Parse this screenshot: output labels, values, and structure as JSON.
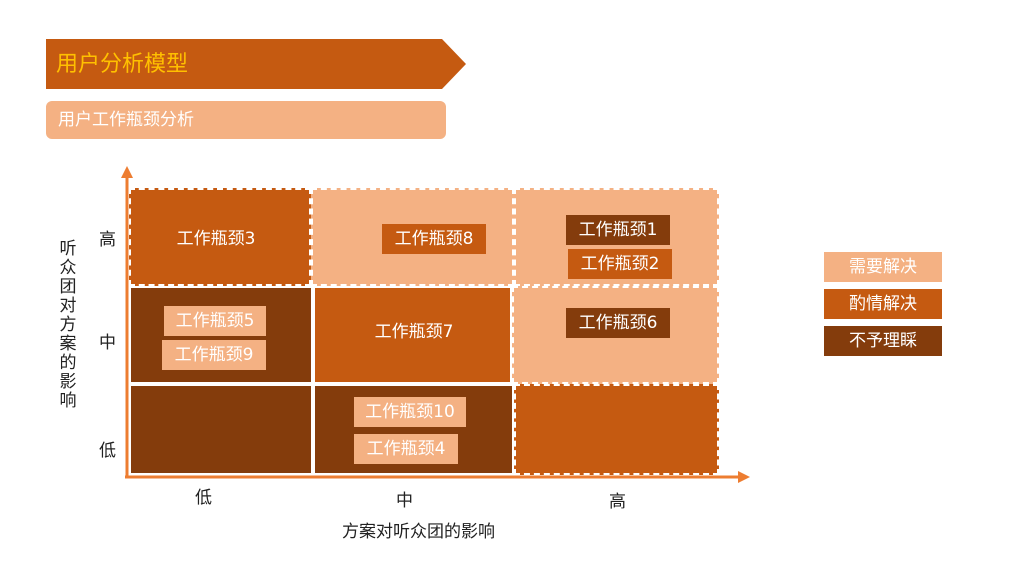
{
  "title": "用户分析模型",
  "subtitle": "用户工作瓶颈分析",
  "colors": {
    "title_bg": "#C55A11",
    "title_text": "#FFC000",
    "need_solve": "#F4B183",
    "consider_solve": "#C55A11",
    "ignore": "#843C0C",
    "axis": "#ED7D31"
  },
  "axes": {
    "x_title": "方案对听众团的影响",
    "y_title": "听众团对方案的影响",
    "x_ticks": [
      "低",
      "中",
      "高"
    ],
    "y_ticks": [
      "高",
      "中",
      "低"
    ]
  },
  "matrix": {
    "cells": [
      {
        "x": "低",
        "y": "高",
        "level": "consider_solve"
      },
      {
        "x": "中",
        "y": "高",
        "level": "need_solve"
      },
      {
        "x": "高",
        "y": "高",
        "level": "need_solve"
      },
      {
        "x": "低",
        "y": "中",
        "level": "ignore"
      },
      {
        "x": "中",
        "y": "中",
        "level": "consider_solve"
      },
      {
        "x": "高",
        "y": "中",
        "level": "need_solve"
      },
      {
        "x": "低",
        "y": "低",
        "level": "ignore"
      },
      {
        "x": "中",
        "y": "低",
        "level": "ignore"
      },
      {
        "x": "高",
        "y": "低",
        "level": "consider_solve"
      }
    ],
    "items": [
      {
        "text": "工作瓶颈3",
        "x": "低",
        "y": "高"
      },
      {
        "text": "工作瓶颈8",
        "x": "中",
        "y": "高"
      },
      {
        "text": "工作瓶颈1",
        "x": "高",
        "y": "高"
      },
      {
        "text": "工作瓶颈2",
        "x": "高",
        "y": "高"
      },
      {
        "text": "工作瓶颈5",
        "x": "低",
        "y": "中"
      },
      {
        "text": "工作瓶颈9",
        "x": "低",
        "y": "中"
      },
      {
        "text": "工作瓶颈7",
        "x": "中",
        "y": "中"
      },
      {
        "text": "工作瓶颈6",
        "x": "高",
        "y": "中"
      },
      {
        "text": "工作瓶颈10",
        "x": "中",
        "y": "低"
      },
      {
        "text": "工作瓶颈4",
        "x": "中",
        "y": "低"
      }
    ]
  },
  "legend": [
    {
      "label": "需要解决",
      "color": "#F4B183"
    },
    {
      "label": "酌情解决",
      "color": "#C55A11"
    },
    {
      "label": "不予理睬",
      "color": "#843C0C"
    }
  ]
}
